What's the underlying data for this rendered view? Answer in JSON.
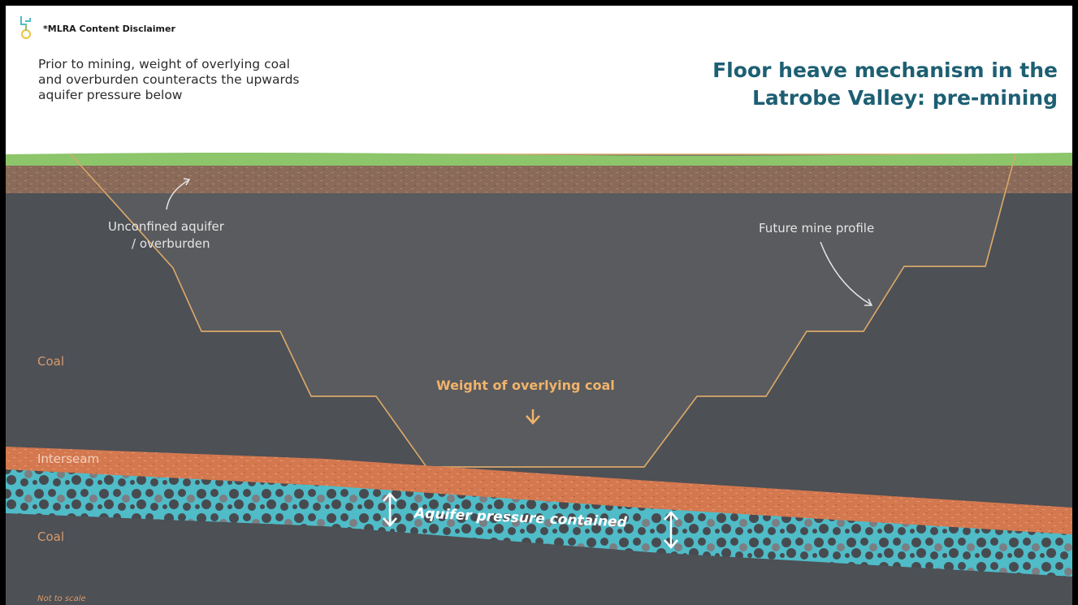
{
  "disclaimer": "*MLRA Content Disclaimer",
  "intro": {
    "line1": "Prior to mining, weight of overlying coal",
    "line2": "and overburden counteracts the upwards",
    "line3": "aquifer pressure below"
  },
  "title": {
    "line1": "Floor heave mechanism in the",
    "line2": "Latrobe Valley: pre-mining"
  },
  "labels": {
    "unconfined_line1": "Unconfined aquifer",
    "unconfined_line2": "/ overburden",
    "future_mine": "Future mine profile",
    "coal_upper": "Coal",
    "coal_lower": "Coal",
    "interseam": "Interseam",
    "weight": "Weight of overlying coal",
    "aquifer_pressure": "Aquifer pressure contained",
    "not_to_scale": "Not to scale"
  },
  "icons": {
    "logo": "plant-logo-icon",
    "weight_arrow": "arrow-down-icon",
    "pressure_arrows": "double-headed-arrow-icon"
  },
  "colors": {
    "title": "#1d5f73",
    "grass": "#8cc56a",
    "overburden": "#8a6a58",
    "coal": "#4d5055",
    "interseam": "#d4784f",
    "aquifer": "#4fbcc8",
    "mine_outline": "#d9a86a"
  }
}
